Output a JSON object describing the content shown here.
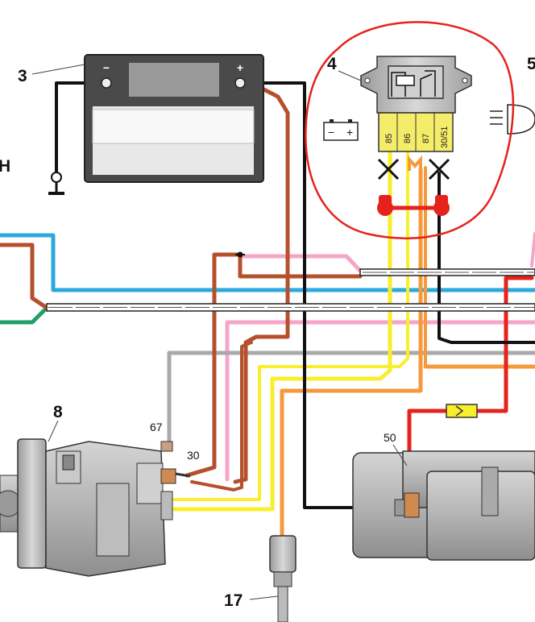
{
  "labels": {
    "battery": "3",
    "relay": "4",
    "headlight": "5",
    "side_letter": "Н",
    "alternator": "8",
    "sensor": "17",
    "alt_terminal_67": "67",
    "alt_terminal_30": "30",
    "starter_terminal": "50"
  },
  "battery": {
    "minus": "−",
    "plus": "+"
  },
  "relay": {
    "pins": [
      "85",
      "86",
      "87",
      "30/51"
    ],
    "symbol_minus": "−",
    "symbol_plus": "+"
  },
  "colors": {
    "red": "#e5231c",
    "brown": "#b5502c",
    "blue": "#2aa9dc",
    "pink": "#f5a6c8",
    "yellow": "#f8ee2c",
    "orange": "#f49a3c",
    "gray": "#a9a9a9",
    "green": "#1f9f6a",
    "black": "#111111",
    "relay_yellow": "#f5ec6a"
  }
}
